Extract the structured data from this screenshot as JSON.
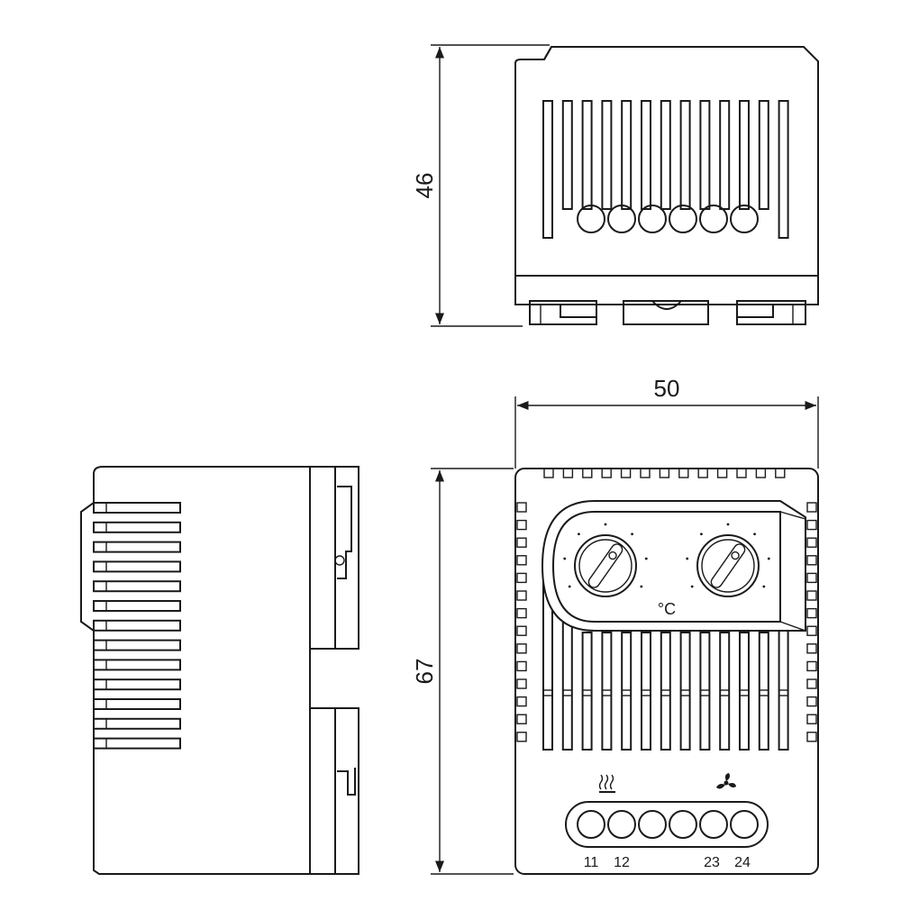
{
  "dimensions": {
    "height": "46",
    "width": "50",
    "depth": "67"
  },
  "front_view": {
    "unit_label": "°C",
    "terminal_labels": [
      "11",
      "12",
      "23",
      "24"
    ],
    "heating_icon": "heating-icon",
    "fan_icon": "fan-icon"
  },
  "colors": {
    "line": "#1a1a1a",
    "background": "#ffffff"
  }
}
